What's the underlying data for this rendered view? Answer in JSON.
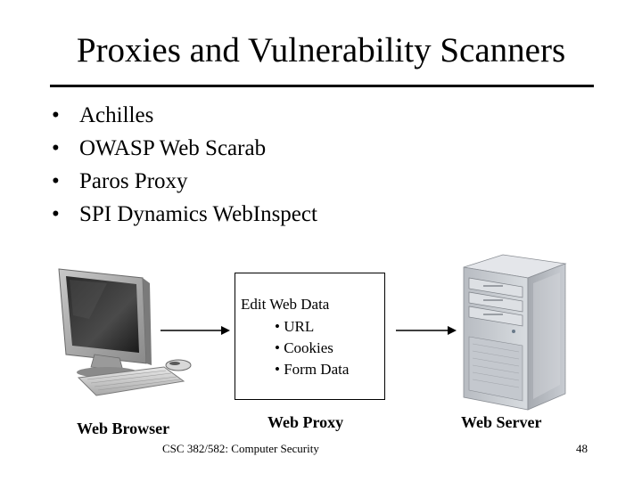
{
  "slide": {
    "title": "Proxies and Vulnerability Scanners",
    "bullet_glyph": "•",
    "bullets": [
      "Achilles",
      "OWASP Web Scarab",
      "Paros Proxy",
      "SPI Dynamics WebInspect"
    ]
  },
  "diagram": {
    "browser_label": "Web Browser",
    "proxy_label": "Web Proxy",
    "server_label": "Web Server",
    "proxy_box": {
      "heading": "Edit Web Data",
      "items": [
        "• URL",
        "• Cookies",
        "• Form Data"
      ]
    },
    "icons": {
      "browser": "desktop-computer-icon",
      "server": "tower-server-icon"
    }
  },
  "footer": {
    "course": "CSC 382/582: Computer Security",
    "page_number": "48"
  }
}
